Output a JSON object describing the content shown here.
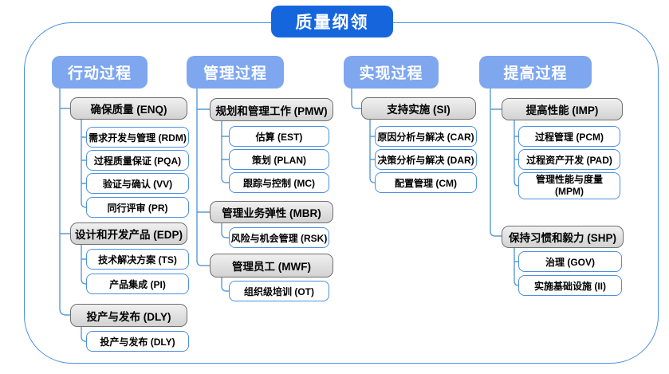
{
  "title": "质量纲领",
  "colors": {
    "title_bg": "#1565dd",
    "header_bg": "#7ea7ef",
    "connector_line": "#5b9bd5",
    "leaf_border": "#4a90e2",
    "group_fill": "#d9d9d9",
    "group_border": "#6f6f6f",
    "boundary_border": "#4a90e2"
  },
  "columns": [
    {
      "header": "行动过程",
      "groups": [
        {
          "label": "确保质量 (ENQ)",
          "children": [
            "需求开发与管理 (RDM)",
            "过程质量保证 (PQA)",
            "验证与确认 (VV)",
            "同行评审 (PR)"
          ]
        },
        {
          "label": "设计和开发产品 (EDP)",
          "children": [
            "技术解决方案 (TS)",
            "产品集成 (PI)"
          ]
        },
        {
          "label": "投产与发布 (DLY)",
          "children": [
            "投产与发布 (DLY)"
          ]
        }
      ]
    },
    {
      "header": "管理过程",
      "groups": [
        {
          "label": "规划和管理工作 (PMW)",
          "children": [
            "估算 (EST)",
            "策划 (PLAN)",
            "跟踪与控制 (MC)"
          ]
        },
        {
          "label": "管理业务弹性 (MBR)",
          "children": [
            "风险与机会管理 (RSK)"
          ]
        },
        {
          "label": "管理员工 (MWF)",
          "children": [
            "组织级培训 (OT)"
          ]
        }
      ]
    },
    {
      "header": "实现过程",
      "groups": [
        {
          "label": "支持实施 (SI)",
          "children": [
            "原因分析与解决 (CAR)",
            "决策分析与解决 (DAR)",
            "配置管理 (CM)"
          ]
        }
      ]
    },
    {
      "header": "提高过程",
      "groups": [
        {
          "label": "提高性能 (IMP)",
          "children": [
            "过程管理 (PCM)",
            "过程资产开发 (PAD)",
            "管理性能与度量 (MPM)"
          ]
        },
        {
          "label": "保持习惯和毅力 (SHP)",
          "children": [
            "治理 (GOV)",
            "实施基础设施 (II)"
          ]
        }
      ]
    }
  ]
}
